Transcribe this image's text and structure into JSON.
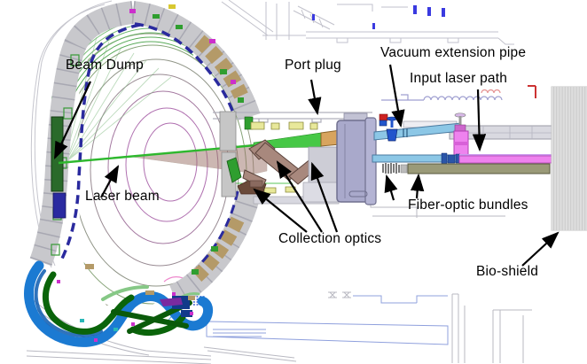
{
  "diagram": {
    "description": "Tokamak equatorial cross-section with LIDAR Thomson scattering diagnostic layout",
    "labels": {
      "beam_dump": "Beam Dump",
      "laser_beam": "Laser beam",
      "port_plug": "Port plug",
      "vacuum_extension_pipe": "Vacuum extension pipe",
      "input_laser_path": "Input laser path",
      "collection_optics": "Collection optics",
      "fiber_optic_bundles": "Fiber-optic bundles",
      "bio_shield": "Bio-shield"
    },
    "colors": {
      "laser_green": "#2eb82e",
      "laser_green_bright": "#46c846",
      "collection_brown": "#9b7268",
      "mirror_mauve": "#a8887d",
      "port_plug_lavender": "#a9a9cb",
      "pipe_blue": "#8cc7e6",
      "pipe_magenta": "#ee82ee",
      "fiber_olive": "#9a9a78",
      "bio_shield_gray": "#dedede",
      "divertor_blue": "#1b7ad2",
      "divertor_green": "#0a640a",
      "divertor_light_green": "#86c886",
      "blanket_tan": "#b49a68",
      "blanket_navy": "#2a2a9e",
      "wall_gray": "#c8c8cc",
      "flux_purple": "#b070b0",
      "flux_green": "#5aab5a",
      "valve_blue": "#2255cc",
      "valve_red": "#cc2222",
      "beam_dump_green": "#2a6a2a"
    }
  }
}
